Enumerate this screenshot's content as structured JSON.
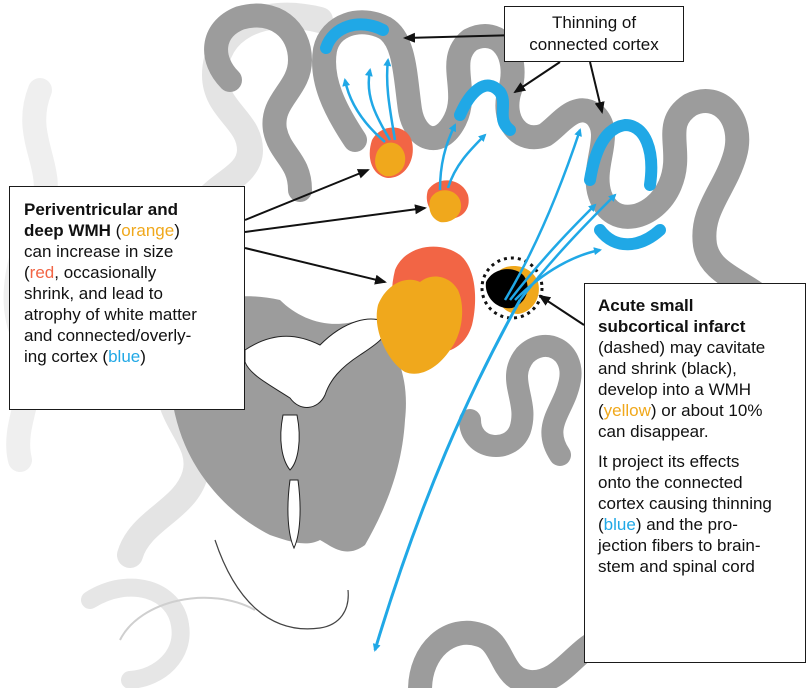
{
  "thinning_label": {
    "line1": "Thinning of",
    "line2": "connected cortex"
  },
  "wmh_label": {
    "title_line1": "Periventricular and",
    "title_line2": "deep WMH",
    "orange_word": "orange",
    "line3": "can increase in size",
    "red_word": "red",
    "line4_rest": ", occasionally",
    "line5": "shrink, and lead to",
    "line6": "atrophy of white matter",
    "line7": "and connected/overly-",
    "line8_start": "ing cortex (",
    "blue_word": "blue",
    "line8_end": ")"
  },
  "infarct_label": {
    "title_line1": "Acute small",
    "title_line2": "subcortical infarct",
    "line3": "(dashed) may cavitate",
    "line4": "and shrink (black),",
    "line5": "develop into a WMH",
    "yellow_word": "yellow",
    "line6_rest": ") or about 10%",
    "line7": "can disappear.",
    "line8": "It project its effects",
    "line9": "onto the connected",
    "line10": "cortex causing thinning",
    "blue_word": "blue",
    "line11_rest": ") and the pro-",
    "line12": "jection fibers to brain-",
    "line13": "stem and spinal cord"
  },
  "colors": {
    "cortex_gray": "#9c9c9c",
    "ghost_gray": "#e4e4e4",
    "thinned_cortex_blue": "#20a8e6",
    "wmh_orange": "#f0a81c",
    "wmh_growth_red": "#f26545",
    "cavity_black": "#000000",
    "arrow_black": "#111111"
  }
}
